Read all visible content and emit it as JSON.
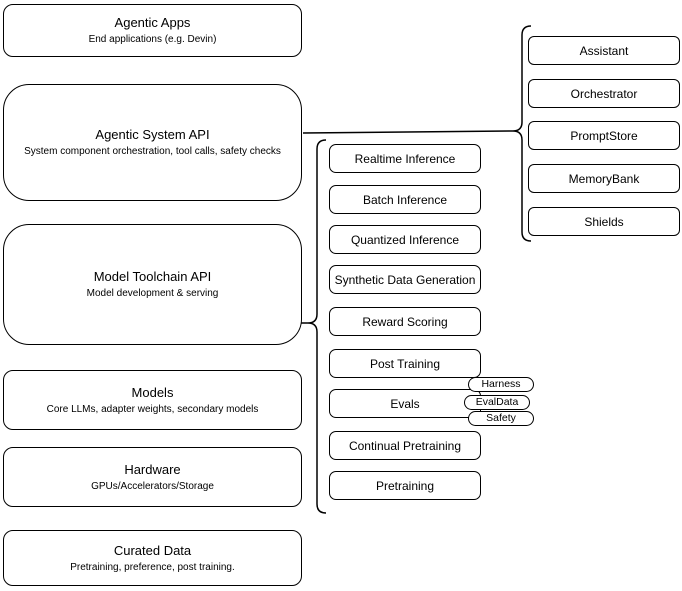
{
  "diagram": {
    "colors": {
      "background": "#ffffff",
      "line": "#000000",
      "text": "#000000"
    },
    "left_stack": [
      {
        "title": "Agentic Apps",
        "subtitle": "End applications (e.g. Devin)"
      },
      {
        "title": "Agentic System API",
        "subtitle": "System component orchestration, tool calls, safety checks"
      },
      {
        "title": "Model Toolchain API",
        "subtitle": "Model development & serving"
      },
      {
        "title": "Models",
        "subtitle": "Core LLMs, adapter weights, secondary models"
      },
      {
        "title": "Hardware",
        "subtitle": "GPUs/Accelerators/Storage"
      },
      {
        "title": "Curated Data",
        "subtitle": "Pretraining, preference, post training."
      }
    ],
    "toolchain_items": [
      {
        "label": "Realtime Inference"
      },
      {
        "label": "Batch Inference"
      },
      {
        "label": "Quantized Inference"
      },
      {
        "label": "Synthetic Data Generation"
      },
      {
        "label": "Reward Scoring"
      },
      {
        "label": "Post Training"
      },
      {
        "label": "Evals"
      },
      {
        "label": "Continual Pretraining"
      },
      {
        "label": "Pretraining"
      }
    ],
    "eval_tags": [
      {
        "label": "Harness"
      },
      {
        "label": "EvalData"
      },
      {
        "label": "Safety"
      }
    ],
    "system_components": [
      {
        "label": "Assistant"
      },
      {
        "label": "Orchestrator"
      },
      {
        "label": "PromptStore"
      },
      {
        "label": "MemoryBank"
      },
      {
        "label": "Shields"
      }
    ]
  }
}
